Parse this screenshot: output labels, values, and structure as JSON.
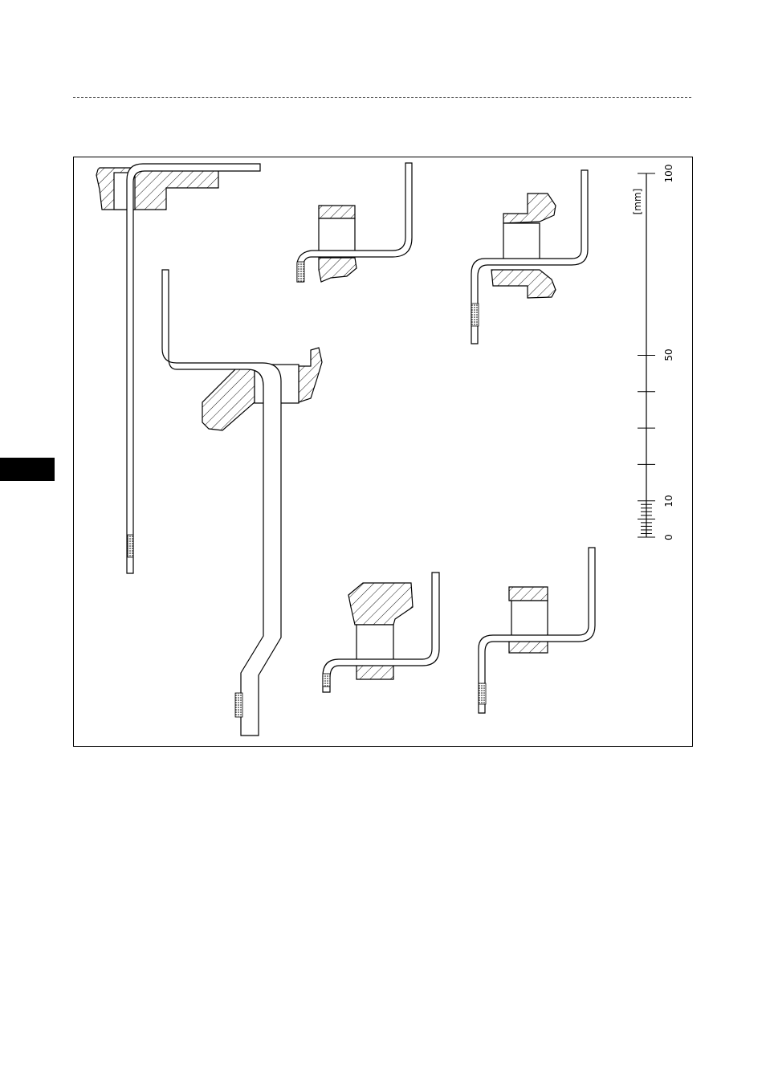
{
  "scale": {
    "unit_label": "[mm]",
    "tick_labels": [
      "0",
      "10",
      "50",
      "100"
    ]
  },
  "colors": {
    "line": "#000000",
    "hatch": "#000000",
    "side_tab": "#000000",
    "background": "#ffffff"
  },
  "icons": {
    "weight_clip": "hatched-clip-shape",
    "side_tab": "black-rectangle"
  }
}
